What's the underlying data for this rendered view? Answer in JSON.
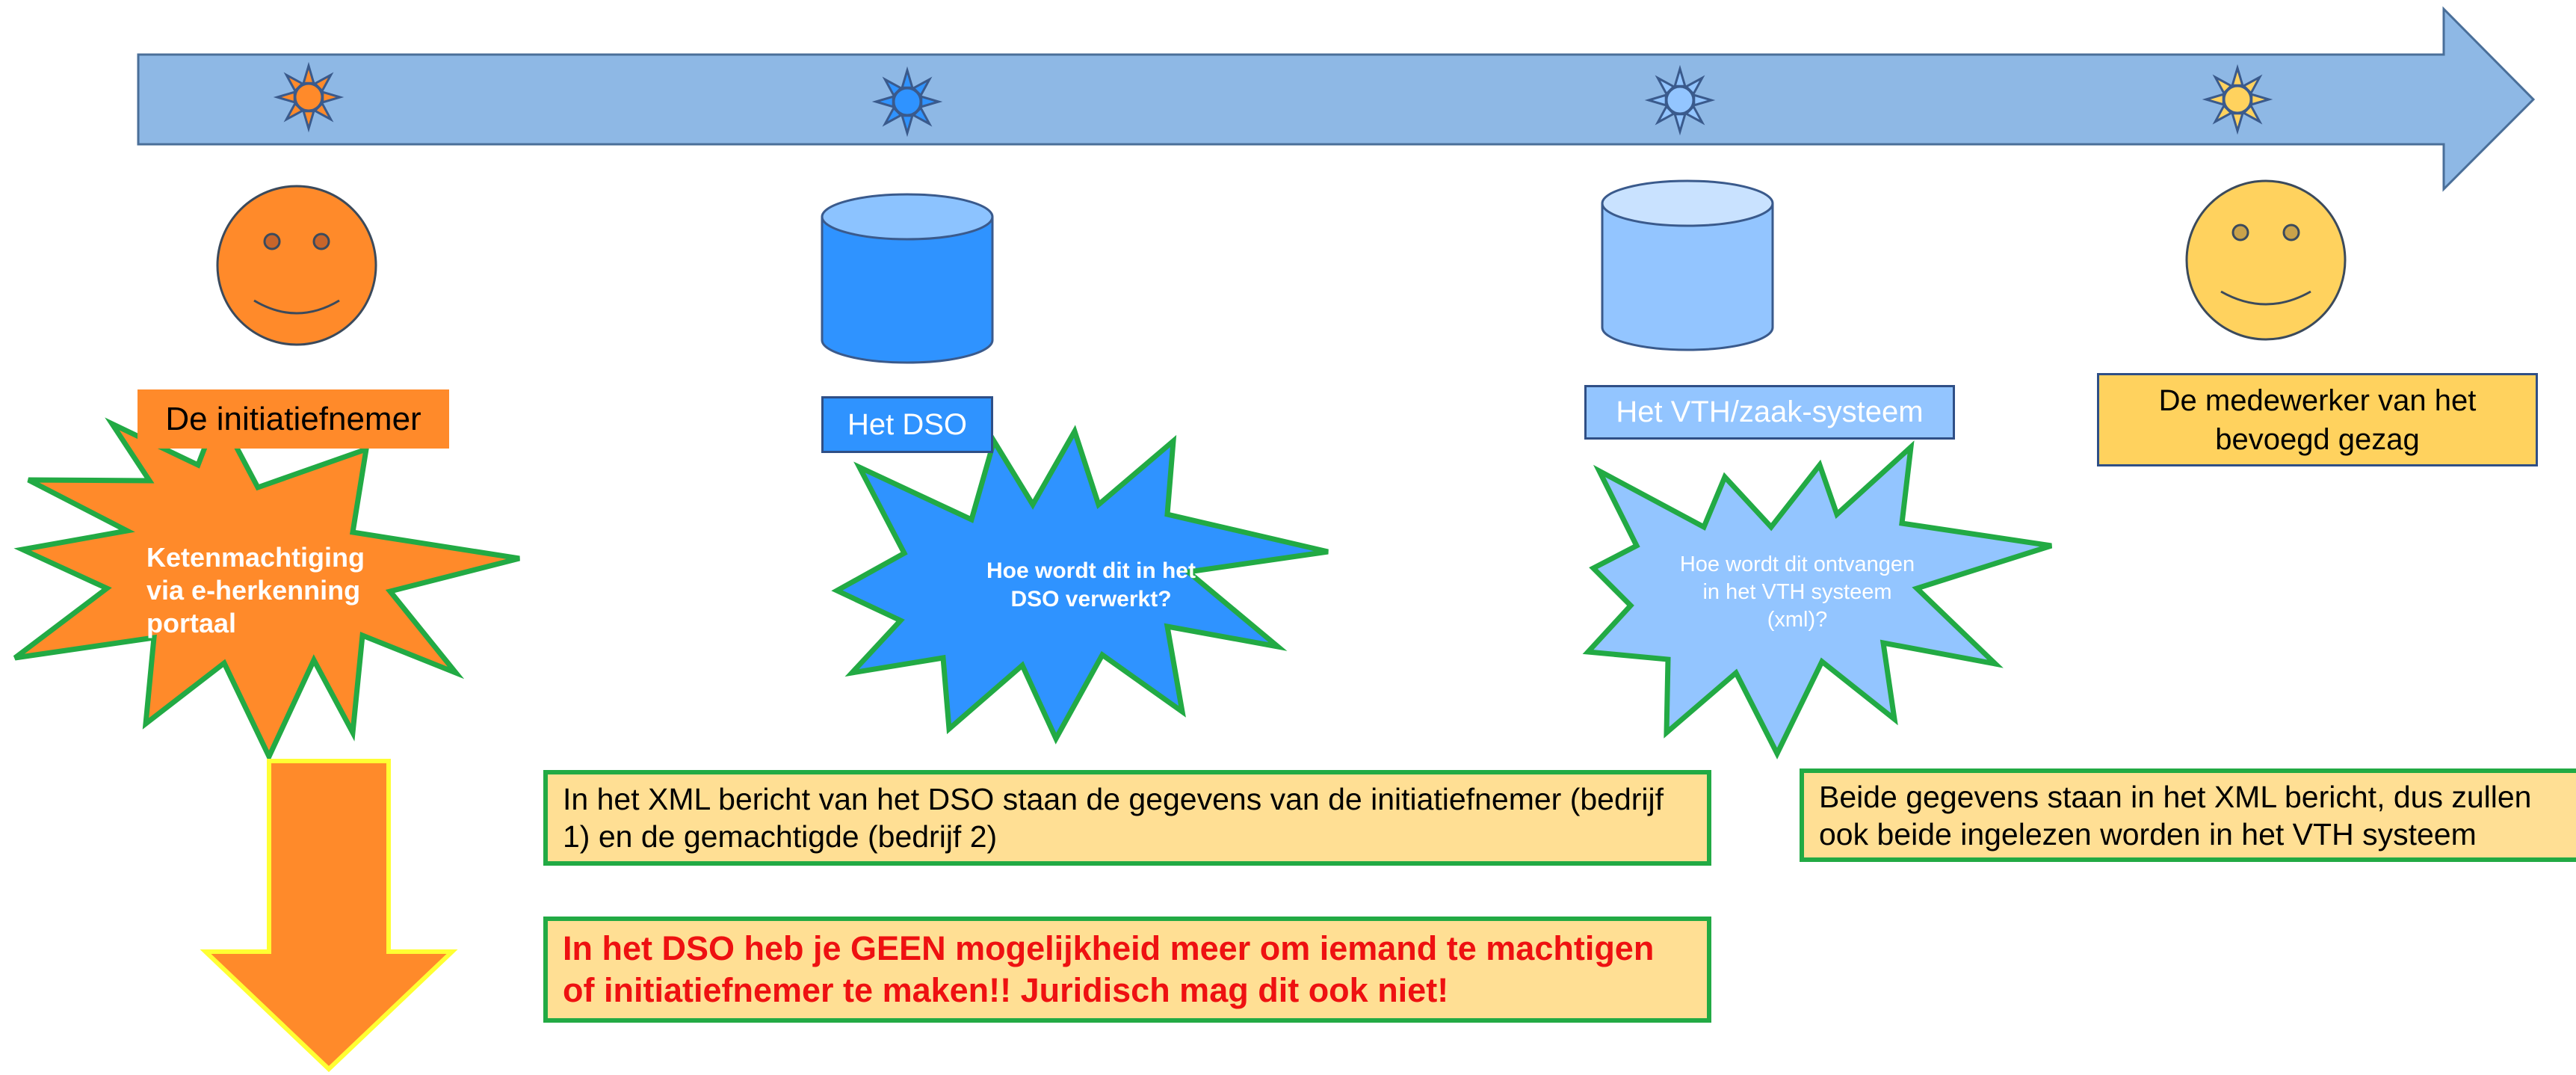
{
  "colors": {
    "timeline_fill": "#8eb8e5",
    "timeline_stroke": "#4a6f99",
    "initiator": "#ff8a2a",
    "dso": "#2f93ff",
    "vth": "#93c5ff",
    "authority": "#ffd25e",
    "note_fill": "#ffdf94",
    "green_border": "#22aa44",
    "warning_text": "#ee1111",
    "arrow_outline": "#ffff33"
  },
  "actors": {
    "initiator": {
      "label": "De initiatiefnemer",
      "icon": "smiley-face"
    },
    "dso": {
      "label": "Het DSO",
      "icon": "database-cylinder"
    },
    "vth": {
      "label": "Het VTH/zaak-systeem",
      "icon": "database-cylinder"
    },
    "authority": {
      "label": "De medewerker van het bevoegd gezag",
      "icon": "smiley-face"
    }
  },
  "bursts": {
    "initiator": "Ketenmachtiging via e-herkenning portaal",
    "dso": "Hoe wordt dit in het DSO verwerkt?",
    "vth": "Hoe wordt dit ontvangen in het VTH systeem (xml)?"
  },
  "notes": {
    "dso_xml": "In het XML bericht van het DSO staan de gegevens van de initiatiefnemer (bedrijf 1) en de gemachtigde (bedrijf 2)",
    "vth_xml": "Beide gegevens staan in het XML bericht, dus zullen ook beide ingelezen worden in het VTH systeem",
    "warning": "In het DSO heb je GEEN mogelijkheid meer om iemand te machtigen of initiatiefnemer te maken!! Juridisch mag dit ook niet!"
  }
}
